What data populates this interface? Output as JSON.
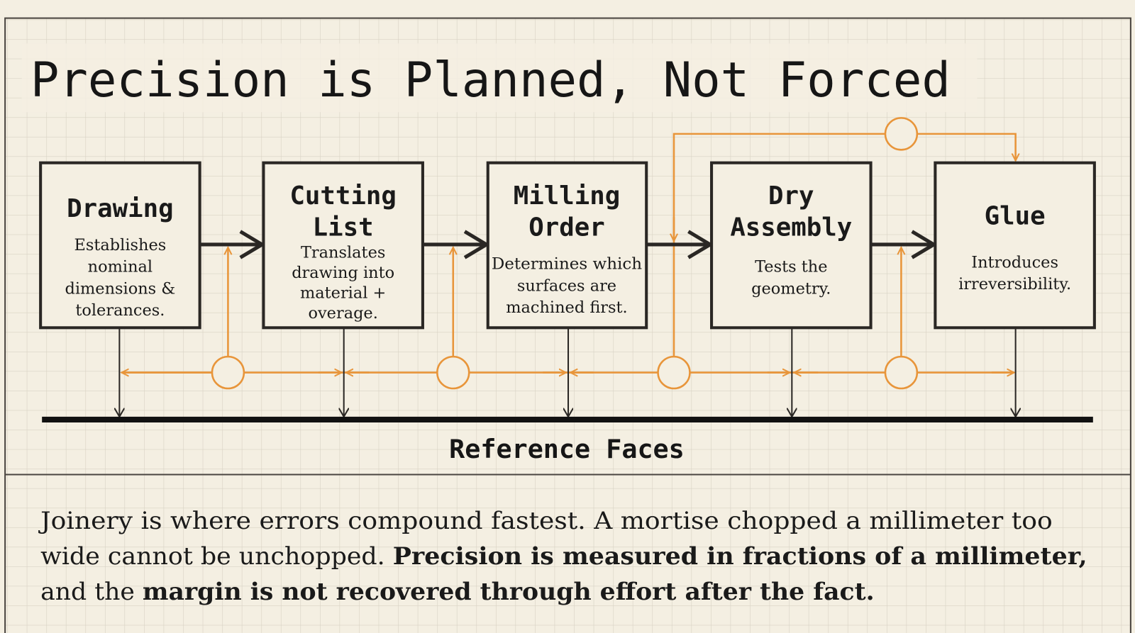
{
  "title": "Precision is Planned, Not Forced",
  "stages": [
    {
      "title": [
        "Drawing"
      ],
      "desc": [
        "Establishes",
        "nominal",
        "dimensions &",
        "tolerances."
      ]
    },
    {
      "title": [
        "Cutting",
        "List"
      ],
      "desc": [
        "Translates",
        "drawing into",
        "material +",
        "overage."
      ]
    },
    {
      "title": [
        "Milling",
        "Order"
      ],
      "desc": [
        "Determines which",
        "surfaces are",
        "machined first."
      ]
    },
    {
      "title": [
        "Dry",
        "Assembly"
      ],
      "desc": [
        "Tests the",
        "geometry."
      ]
    },
    {
      "title": [
        "Glue"
      ],
      "desc": [
        "Introduces",
        "irreversibility."
      ]
    }
  ],
  "reference_label": "Reference Faces",
  "caption": {
    "line1": "Joinery is where errors compound fastest. A mortise chopped a millimeter too",
    "line2_plain": "wide cannot be unchopped. ",
    "line2_bold": "Precision is measured in fractions of a millimeter,",
    "line3_plain": "and the ",
    "line3_bold": "margin is not recovered through effort after the fact."
  },
  "colors": {
    "background": "#f4efe2",
    "grid": "#d8d2c4",
    "accent": "#e8953a",
    "ink": "#2a2724"
  }
}
